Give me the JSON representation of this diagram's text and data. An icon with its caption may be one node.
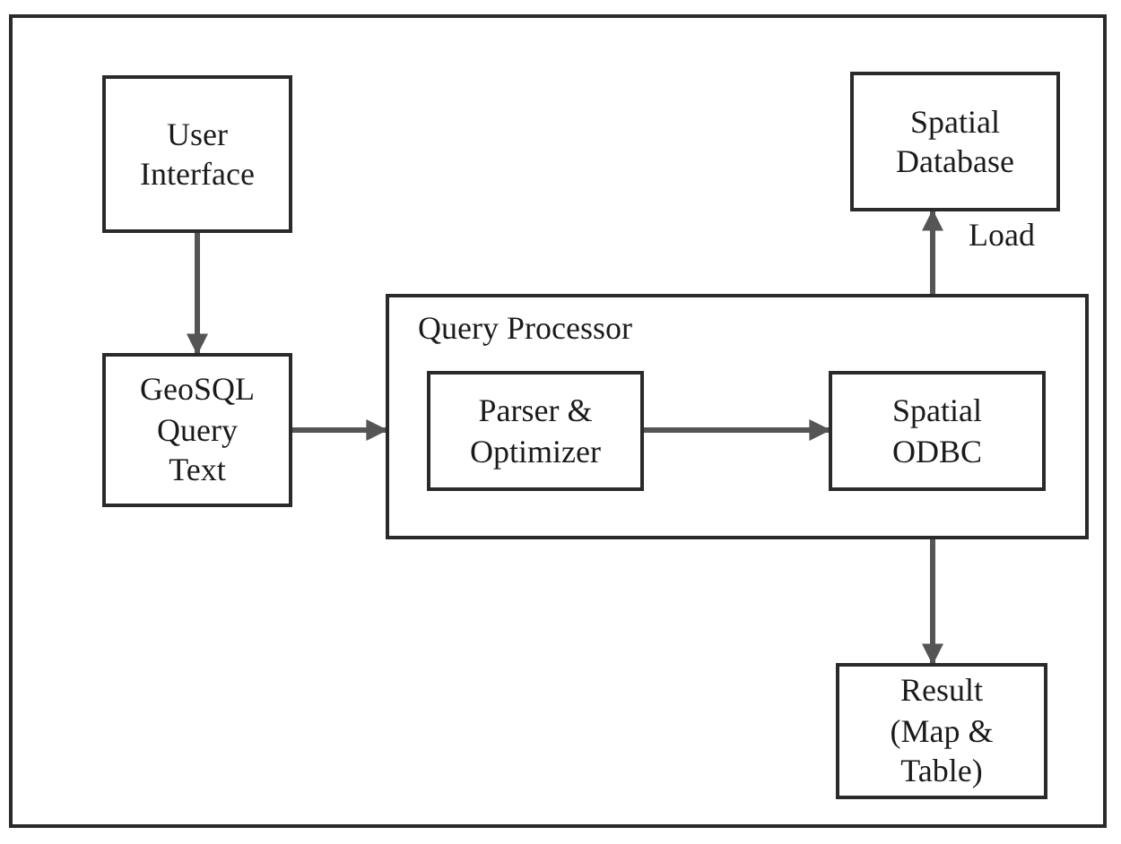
{
  "diagram": {
    "nodes": [
      {
        "text": [
          "User Interface"
        ]
      },
      {
        "text": [
          "GeoSQL Query Text"
        ]
      },
      {
        "text": [
          "Query Processor"
        ]
      },
      {
        "text": [
          "Parser & Optimizer"
        ],
        "in": 2
      },
      {
        "text": [
          "Spatial ODBC"
        ],
        "in": 2
      },
      {
        "text": [
          "Spatial Database"
        ]
      },
      {
        "text": [
          "Result (Map & Table)"
        ]
      }
    ],
    "edges": [
      {
        "from": 0,
        "to": 1,
        "arrow": "to"
      },
      {
        "from": 1,
        "to": 2,
        "arrow": "to"
      },
      {
        "from": 3,
        "to": 4,
        "arrow": "to"
      },
      {
        "from": 2,
        "to": 5,
        "arrow": "to",
        "label": "Load"
      },
      {
        "from": 2,
        "to": 6,
        "arrow": "to"
      }
    ]
  }
}
